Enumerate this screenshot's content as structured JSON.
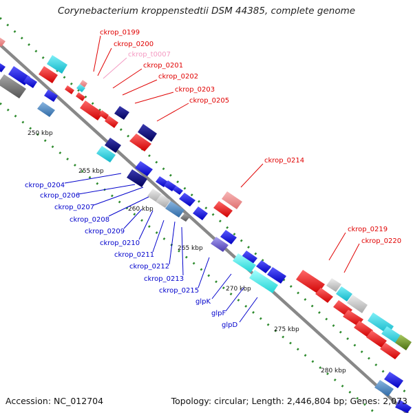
{
  "title": "Corynebacterium kroppenstedtii DSM 44385, complete genome",
  "footer": {
    "accession": "Accession: NC_012704",
    "summary": "Topology: circular; Length: 2,446,804 bp; Genes: 2,073"
  },
  "scale_ticks": [
    "250 kbp",
    "255 kbp",
    "260 kbp",
    "265 kbp",
    "270 kbp",
    "275 kbp",
    "280 kbp"
  ],
  "gene_labels_upper": [
    {
      "name": "ckrop_0199",
      "color": "#e00000"
    },
    {
      "name": "ckrop_0200",
      "color": "#e00000"
    },
    {
      "name": "ckrop_t0007",
      "color": "#f49ac2"
    },
    {
      "name": "ckrop_0201",
      "color": "#e00000"
    },
    {
      "name": "ckrop_0202",
      "color": "#e00000"
    },
    {
      "name": "ckrop_0203",
      "color": "#e00000"
    },
    {
      "name": "ckrop_0205",
      "color": "#e00000"
    },
    {
      "name": "ckrop_0214",
      "color": "#e00000"
    },
    {
      "name": "ckrop_0219",
      "color": "#e00000"
    },
    {
      "name": "ckrop_0220",
      "color": "#e00000"
    }
  ],
  "gene_labels_lower": [
    {
      "name": "ckrop_0204",
      "color": "#0000cc"
    },
    {
      "name": "ckrop_0206",
      "color": "#0000cc"
    },
    {
      "name": "ckrop_0207",
      "color": "#0000cc"
    },
    {
      "name": "ckrop_0208",
      "color": "#0000cc"
    },
    {
      "name": "ckrop_0209",
      "color": "#0000cc"
    },
    {
      "name": "ckrop_0210",
      "color": "#0000cc"
    },
    {
      "name": "ckrop_0211",
      "color": "#0000cc"
    },
    {
      "name": "ckrop_0212",
      "color": "#0000cc"
    },
    {
      "name": "ckrop_0213",
      "color": "#0000cc"
    },
    {
      "name": "ckrop_0215",
      "color": "#0000cc"
    },
    {
      "name": "glpK",
      "color": "#0000cc"
    },
    {
      "name": "glpF",
      "color": "#0000cc"
    },
    {
      "name": "glpD",
      "color": "#0000cc"
    }
  ],
  "colors": {
    "backbone": "#888888",
    "dots": "#2e8b2e",
    "forward_red": "#ee1111",
    "forward_pink": "#f08c8c",
    "cyan": "#1ec8d8",
    "light_cyan": "#33e6e6",
    "navy": "#0a0a80",
    "blue": "#1010e6",
    "steel_blue": "#4a86c0",
    "grey": "#777777",
    "light_grey": "#c8c8c8",
    "olive": "#6f9a2a",
    "slate": "#6a5acd"
  }
}
